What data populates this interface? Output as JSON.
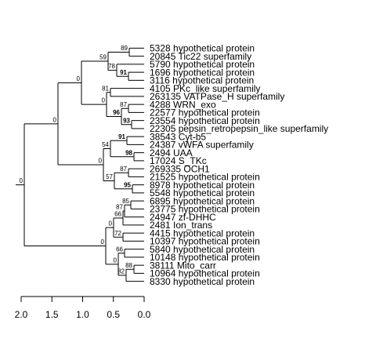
{
  "leaves": [
    "5328 hypothetical protein",
    "20845 Tic22 superfamily",
    "5790 hypothetical protein",
    "1696 hypothetical protein",
    "3116 hypothetical protein",
    "4105 PKc_like superfamily",
    "263135 VATPase_H superfamily",
    "4288 WRN_exo",
    "22577 hypothetical protein",
    "23554 hypothetical protein",
    "22305 pepsin_retropepsin_like superfamily",
    "38543 Cyt-b5",
    "24387 vWFA superfamily",
    "2494 UAA",
    "17024 S_TKc",
    "269335 OCH1",
    "21525 hypothetical protein",
    "8978 hypothetical protein",
    "5548 hypothetical protein",
    "6895 hypothetical protein",
    "23775 hypothetical protein",
    "24947 zf-DHHC",
    "2481 Ion_trans",
    "4415 hypothetical protein",
    "10397 hypothetical protein",
    "5840 hypothetical protein",
    "10148 hypothetical protein",
    "38111 Mito_carr",
    "10964 hypothetical protein",
    "8330 hypothetical protein"
  ],
  "bootstrap": [
    {
      "id": "b89",
      "label": "89",
      "bold": false
    },
    {
      "id": "b59",
      "label": "59",
      "bold": false
    },
    {
      "id": "b78",
      "label": "78",
      "bold": false
    },
    {
      "id": "b91a",
      "label": "91",
      "bold": true
    },
    {
      "id": "b0a",
      "label": "0",
      "bold": false
    },
    {
      "id": "b81",
      "label": "81",
      "bold": false
    },
    {
      "id": "b0b",
      "label": "0",
      "bold": false
    },
    {
      "id": "b87a",
      "label": "87",
      "bold": false
    },
    {
      "id": "b96",
      "label": "96",
      "bold": true
    },
    {
      "id": "b93",
      "label": "93",
      "bold": true
    },
    {
      "id": "b0c",
      "label": "0",
      "bold": false
    },
    {
      "id": "b91b",
      "label": "91",
      "bold": true
    },
    {
      "id": "b54",
      "label": "54",
      "bold": false
    },
    {
      "id": "b98",
      "label": "98",
      "bold": true
    },
    {
      "id": "b0d",
      "label": "0",
      "bold": false
    },
    {
      "id": "b87b",
      "label": "87",
      "bold": false
    },
    {
      "id": "b57",
      "label": "57",
      "bold": false
    },
    {
      "id": "b95",
      "label": "95",
      "bold": true
    },
    {
      "id": "b0root",
      "label": "0",
      "bold": false
    },
    {
      "id": "b85",
      "label": "85",
      "bold": false
    },
    {
      "id": "b87c",
      "label": "87",
      "bold": false
    },
    {
      "id": "b66a",
      "label": "66",
      "bold": false
    },
    {
      "id": "b0e",
      "label": "0",
      "bold": false
    },
    {
      "id": "b72",
      "label": "72",
      "bold": false
    },
    {
      "id": "b0f",
      "label": "0",
      "bold": false
    },
    {
      "id": "b66b",
      "label": "66",
      "bold": false
    },
    {
      "id": "b0g",
      "label": "0",
      "bold": false
    },
    {
      "id": "b88",
      "label": "88",
      "bold": false
    },
    {
      "id": "b82",
      "label": "82",
      "bold": false
    }
  ],
  "scale_axis": {
    "ticks": [
      "2.0",
      "1.5",
      "1.0",
      "0.5",
      "0.0"
    ]
  }
}
